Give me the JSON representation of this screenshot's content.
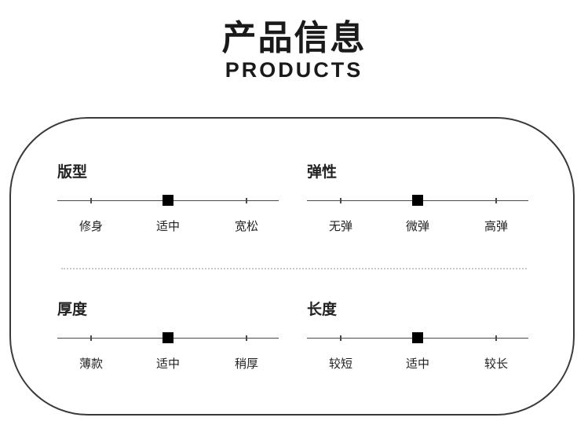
{
  "header": {
    "title_cn": "产品信息",
    "title_en": "PRODUCTS"
  },
  "attributes": [
    {
      "label": "版型",
      "options": [
        "修身",
        "适中",
        "宽松"
      ],
      "selected_index": 1
    },
    {
      "label": "弹性",
      "options": [
        "无弹",
        "微弹",
        "高弹"
      ],
      "selected_index": 1
    },
    {
      "label": "厚度",
      "options": [
        "薄款",
        "适中",
        "稍厚"
      ],
      "selected_index": 1
    },
    {
      "label": "长度",
      "options": [
        "较短",
        "适中",
        "较长"
      ],
      "selected_index": 1
    }
  ],
  "colors": {
    "text": "#1a1a1a",
    "border": "#3a3a3a",
    "marker": "#000000",
    "divider": "#c9c9c9"
  }
}
